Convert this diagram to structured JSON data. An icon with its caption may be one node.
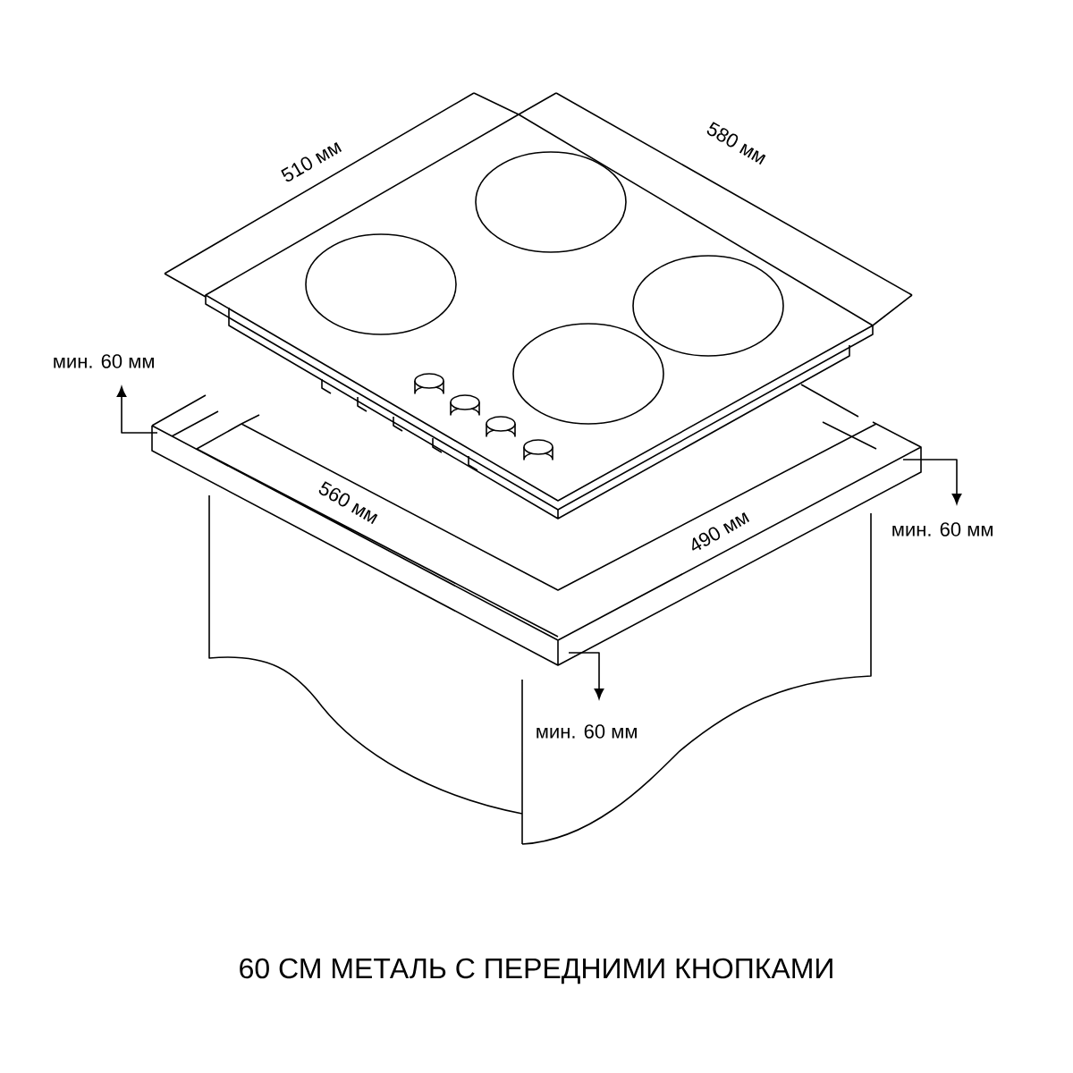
{
  "diagram": {
    "caption": "60 СМ МЕТАЛЬ С ПЕРЕДНИМИ КНОПКАМИ",
    "labels": [
      "510 мм",
      "580 мм",
      "мин. 60 мм",
      "мин. 60 мм",
      "560 мм",
      "490 мм",
      "мин. 60 мм"
    ]
  }
}
